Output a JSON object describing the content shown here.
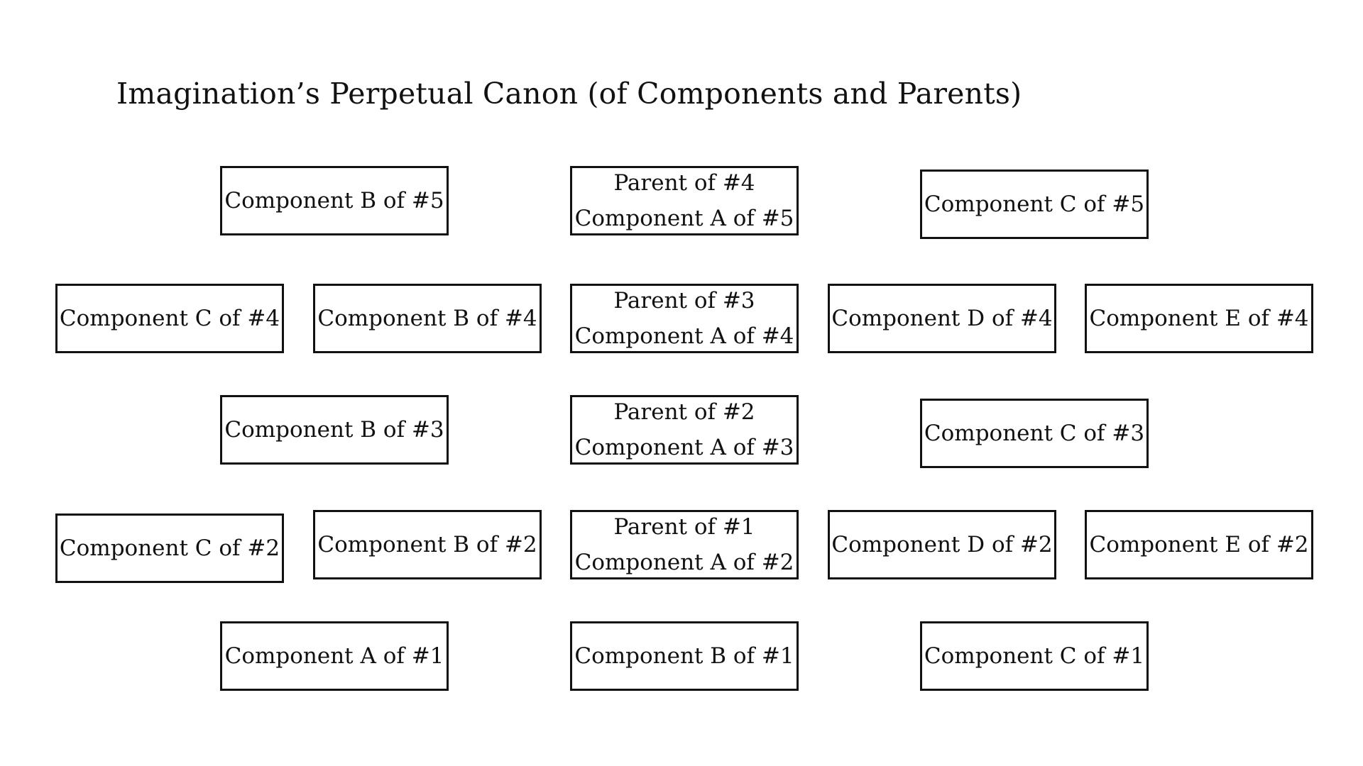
{
  "title": "Imagination’s Perpetual Canon (of Components and Parents)",
  "boxes": {
    "b5": [
      "Component B of #5"
    ],
    "p4": [
      "Parent of #4",
      "Component A of #5"
    ],
    "c5": [
      "Component C of #5"
    ],
    "c4": [
      "Component C of #4"
    ],
    "b4": [
      "Component B of #4"
    ],
    "p3": [
      "Parent of #3",
      "Component A of #4"
    ],
    "d4": [
      "Component D of #4"
    ],
    "e4": [
      "Component E of #4"
    ],
    "b3": [
      "Component B of #3"
    ],
    "p2": [
      "Parent of #2",
      "Component A of #3"
    ],
    "c3": [
      "Component C of #3"
    ],
    "c2": [
      "Component C of #2"
    ],
    "b2": [
      "Component B of #2"
    ],
    "p1": [
      "Parent of #1",
      "Component A of #2"
    ],
    "d2": [
      "Component D of #2"
    ],
    "e2": [
      "Component E of #2"
    ],
    "a1": [
      "Component A of #1"
    ],
    "b1": [
      "Component B of #1"
    ],
    "c1": [
      "Component C of #1"
    ]
  }
}
